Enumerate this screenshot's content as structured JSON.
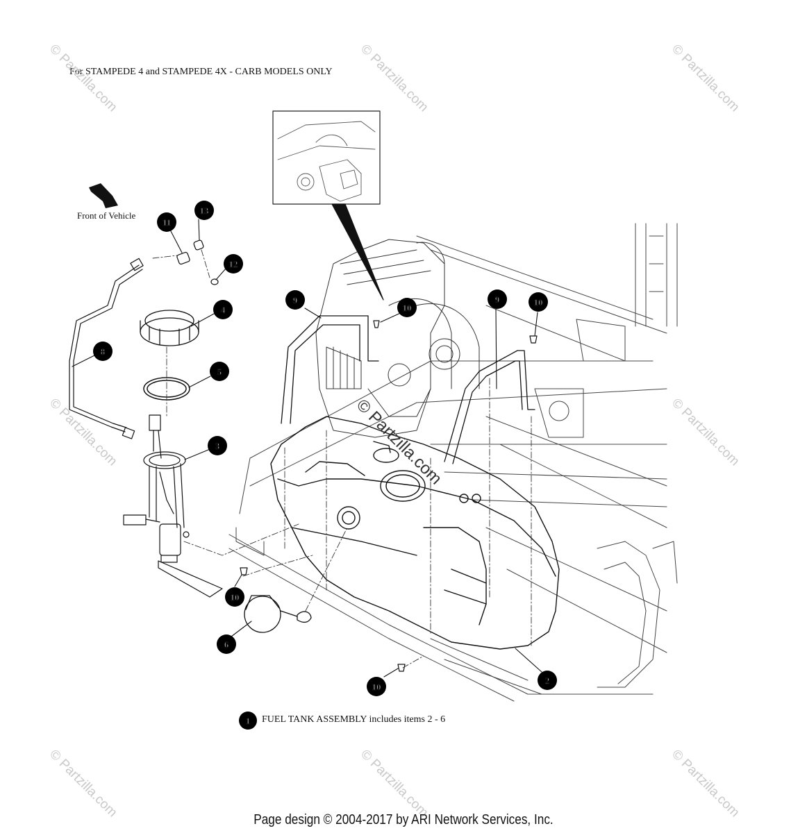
{
  "header": {
    "note": "For STAMPEDE 4 and STAMPEDE 4X - CARB MODELS ONLY"
  },
  "orientation": {
    "label": "Front of Vehicle"
  },
  "callouts": [
    "13",
    "11",
    "12",
    "4",
    "8",
    "5",
    "3",
    "9",
    "10",
    "9",
    "10",
    "10",
    "6",
    "10",
    "2",
    "1"
  ],
  "legend": {
    "number": "1",
    "text": "FUEL TANK ASSEMBLY includes items 2 - 6"
  },
  "watermark": {
    "text": "© Partzilla.com",
    "center_text": "© Partzilla.com"
  },
  "footer": {
    "text": "Page design © 2004-2017 by ARI Network Services, Inc."
  },
  "colors": {
    "callout_fill": "#000000",
    "line": "#111111",
    "watermark": "#c9c9c9"
  }
}
